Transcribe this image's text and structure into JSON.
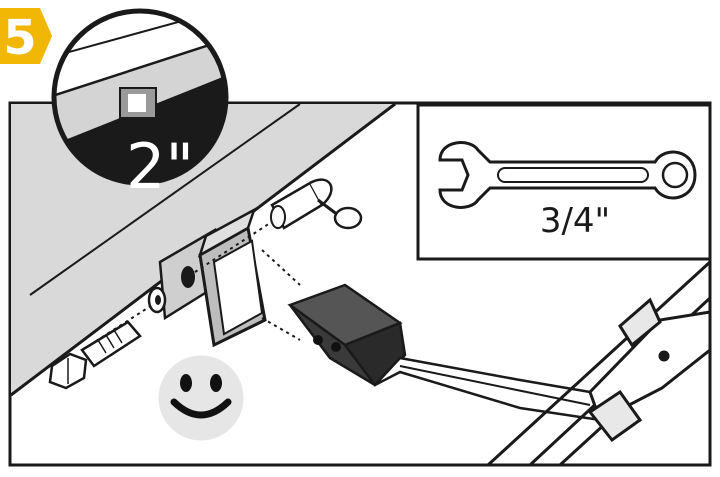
{
  "step_badge": {
    "number": "5",
    "color": "#F2B705"
  },
  "callout_receiver_size": {
    "label": "2\""
  },
  "callout_wrench_size": {
    "label": "3/4\""
  },
  "colors": {
    "ink": "#1a1a1a",
    "panel_gray": "#d9d9d9",
    "receiver_gray": "#bdbdbd",
    "hitch_dark": "#3a3a3a",
    "smiley_bg": "#e6e6e6",
    "background": "#ffffff"
  },
  "icons": [
    "step-number-badge",
    "receiver-zoom-callout",
    "combination-wrench-icon",
    "hitch-pin-lock-icon",
    "key-icon",
    "hex-bolt-icon",
    "washer-icon",
    "smiley-face-icon",
    "hitch-receiver-square",
    "hitch-extension-bar",
    "vehicle-frame-rails"
  ]
}
